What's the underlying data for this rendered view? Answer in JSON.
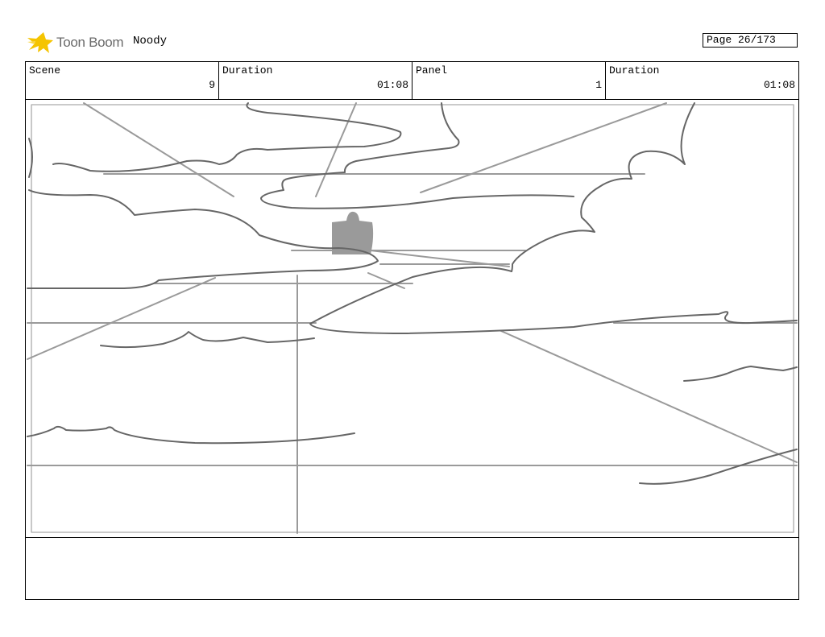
{
  "header": {
    "brand": "Toon Boom",
    "project": "Noody",
    "page": "Page 26/173"
  },
  "fields": {
    "scene_label": "Scene",
    "scene_value": "9",
    "scene_duration_label": "Duration",
    "scene_duration_value": "01:08",
    "panel_label": "Panel",
    "panel_value": "1",
    "panel_duration_label": "Duration",
    "panel_duration_value": "01:08"
  },
  "icons": {
    "logo": "toon-boom-star-icon"
  },
  "colors": {
    "logo_yellow": "#f5c400",
    "sketch_dark": "#666666",
    "sketch_light": "#9a9a9a"
  }
}
